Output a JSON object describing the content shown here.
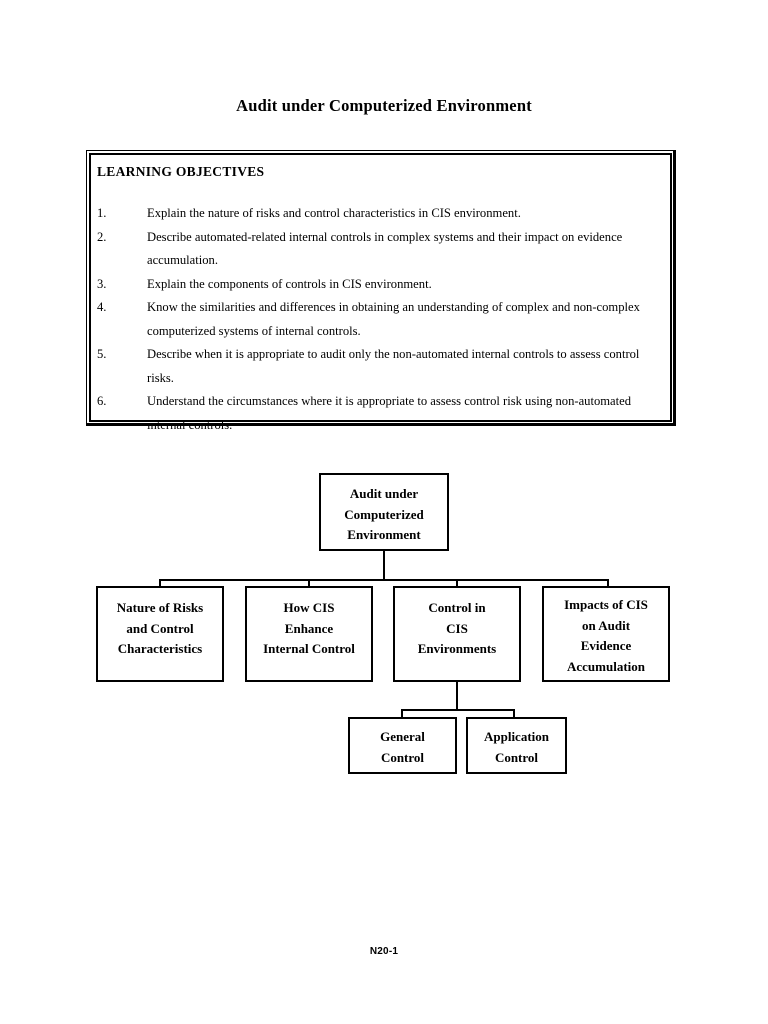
{
  "page": {
    "title": "Audit under Computerized Environment",
    "footer": "N20-1"
  },
  "learning_objectives": {
    "heading": "LEARNING OBJECTIVES",
    "items": [
      {
        "num": "1.",
        "text": "Explain the nature of risks and control characteristics in CIS environment."
      },
      {
        "num": "2.",
        "text": "Describe automated-related internal controls in complex systems and their impact on evidence accumulation."
      },
      {
        "num": "3.",
        "text": "Explain the components of controls in CIS environment."
      },
      {
        "num": "4.",
        "text": "Know the similarities and differences in obtaining an understanding of complex and non-complex computerized systems of internal controls."
      },
      {
        "num": "5.",
        "text": "Describe when it is appropriate to audit only the non-automated internal controls to assess control risks."
      },
      {
        "num": "6.",
        "text": "Understand the circumstances where it is appropriate to assess control risk using non-automated internal controls."
      }
    ]
  },
  "diagram": {
    "root": "Audit under\nComputerized\nEnvironment",
    "level2": [
      "Nature of Risks\nand Control\nCharacteristics",
      "How CIS\nEnhance\nInternal Control",
      "Control in\nCIS\nEnvironments",
      "Impacts of CIS\non Audit\nEvidence\nAccumulation"
    ],
    "level3": [
      "General\nControl",
      "Application\nControl"
    ]
  },
  "colors": {
    "ink": "#000000",
    "paper": "#ffffff"
  }
}
